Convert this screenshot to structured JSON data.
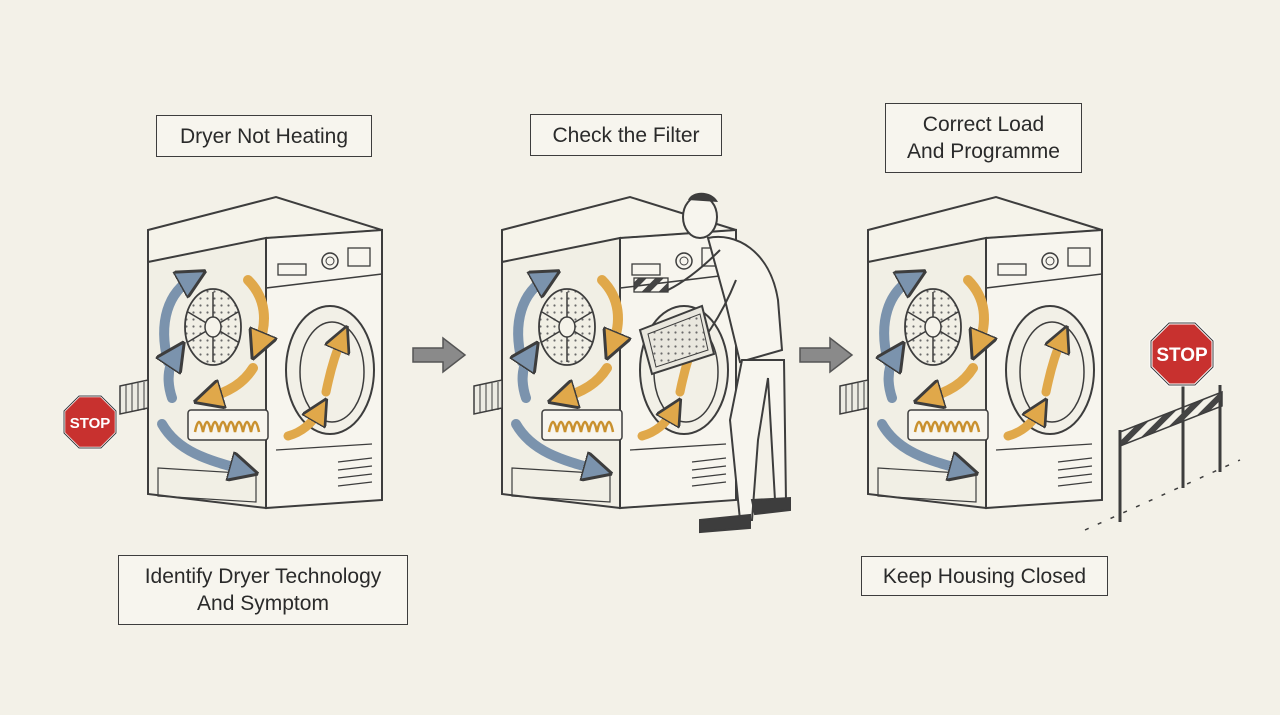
{
  "panels": [
    {
      "title": "Dryer Not Heating",
      "caption": "Identify Dryer Technology\nAnd Symptom"
    },
    {
      "title": "Check the Filter"
    },
    {
      "title": "Correct Load\nAnd Programme",
      "caption": "Keep Housing Closed"
    }
  ],
  "signs": {
    "stop_left": "STOP",
    "stop_right": "STOP"
  },
  "colors": {
    "background": "#f3f1e8",
    "ink": "#3d3d3d",
    "cool_air": "#7b93ad",
    "warm_air": "#e0a84a",
    "stop_red": "#c8312f",
    "process_arrow": "#8a8a8a"
  },
  "icons": [
    "stop-sign-icon",
    "step-arrow-icon",
    "barrier-icon",
    "heater-coil-icon",
    "fan-icon"
  ]
}
